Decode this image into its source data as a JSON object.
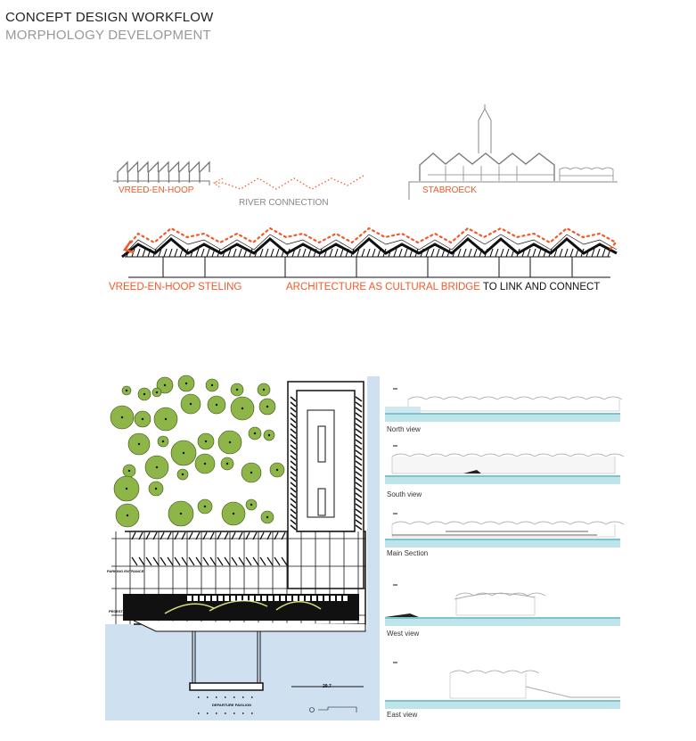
{
  "header": {
    "title": "CONCEPT DESIGN WORKFLOW",
    "subtitle": "MORPHOLOGY DEVELOPMENT"
  },
  "concept_diagram": {
    "left_label": "VREED-EN-HOOP",
    "right_label": "STABROECK",
    "connection_label": "RIVER CONNECTION",
    "bridge_left_label": "VREED-EN-HOOP STELING",
    "bridge_caption_highlight": "ARCHITECTURE AS CULTURAL BRIDGE",
    "bridge_caption_rest": "TO LINK AND CONNECT",
    "accent_color": "#f05a28"
  },
  "site_plan": {
    "parking_entrance": "PARKING ENTRANCE",
    "pedestrian_entrance": "PEDESTRIAN ENTRANCE",
    "departure_pavilion": "DEPARTURE PAVILION",
    "scale_length": "29.7",
    "water_color": "#cfe1f1",
    "tree_color": "#8db548"
  },
  "elevations": [
    {
      "label": "North view"
    },
    {
      "label": "South view"
    },
    {
      "label": "Main Section"
    },
    {
      "label": "West view"
    },
    {
      "label": "East view"
    }
  ]
}
